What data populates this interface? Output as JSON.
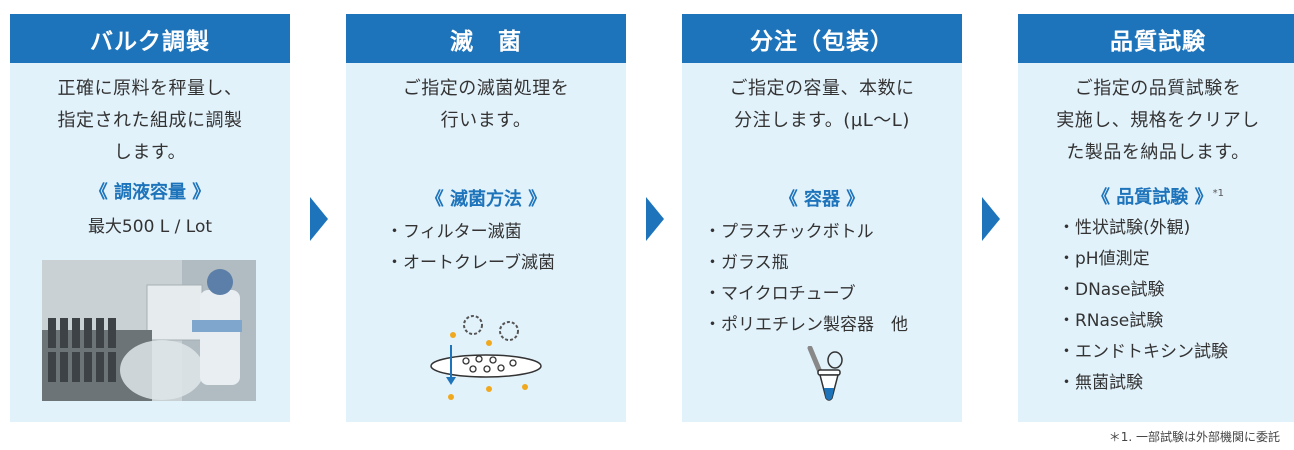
{
  "steps": [
    {
      "title": "バルク調製",
      "description": [
        "正確に原料を秤量し、",
        "指定された組成に調製",
        "します。"
      ],
      "subheading": "《 調液容量 》",
      "volume": "最大500 L / Lot"
    },
    {
      "title": "滅　菌",
      "description": [
        "ご指定の滅菌処理を",
        "行います。"
      ],
      "subheading": "《 滅菌方法 》",
      "items": [
        "・フィルター滅菌",
        "・オートクレーブ滅菌"
      ]
    },
    {
      "title": "分注（包装）",
      "description": [
        "ご指定の容量、本数に",
        "分注します。(µL～L)"
      ],
      "subheading": "《 容器 》",
      "items": [
        "・プラスチックボトル",
        "・ガラス瓶",
        "・マイクロチューブ",
        "・ポリエチレン製容器　他"
      ]
    },
    {
      "title": "品質試験",
      "description": [
        "ご指定の品質試験を",
        "実施し、規格をクリアし",
        "た製品を納品します。"
      ],
      "subheading": "《 品質試験 》",
      "subheading_note": "*1",
      "items": [
        "・性状試験(外観)",
        "・pH値測定",
        "・DNase試験",
        "・RNase試験",
        "・エンドトキシン試験",
        "・無菌試験"
      ]
    }
  ],
  "footnote": "＊1. 一部試験は外部機関に委託",
  "colors": {
    "header": "#1e74bb",
    "panel": "#e2f2fb",
    "accent": "#1e74bb",
    "dot": "#f0a81e"
  }
}
